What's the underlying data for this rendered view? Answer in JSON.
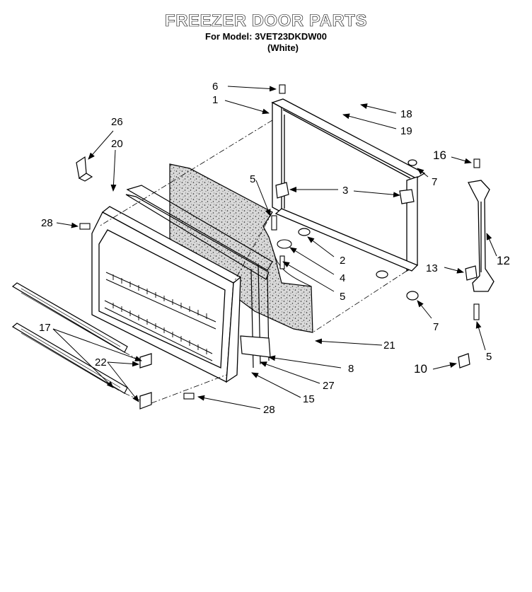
{
  "header": {
    "title": "FREEZER DOOR PARTS",
    "model_line": "For Model: 3VET23DKDW00",
    "variant": "(White)"
  },
  "callouts": [
    "6",
    "1",
    "18",
    "19",
    "26",
    "20",
    "16",
    "7",
    "5",
    "3",
    "28",
    "2",
    "4",
    "5",
    "13",
    "12",
    "7",
    "21",
    "17",
    "22",
    "8",
    "10",
    "5",
    "27",
    "15",
    "28"
  ],
  "icons": {
    "door_frame": "door-frame-icon",
    "inner_liner": "door-liner-icon",
    "gasket": "door-gasket-icon",
    "insulation": "foam-insulation-icon",
    "screw": "screw-icon",
    "hinge": "hinge-icon",
    "handle": "door-handle-icon",
    "shelf_rail": "shelf-rail-icon",
    "end_cap": "end-cap-icon"
  }
}
